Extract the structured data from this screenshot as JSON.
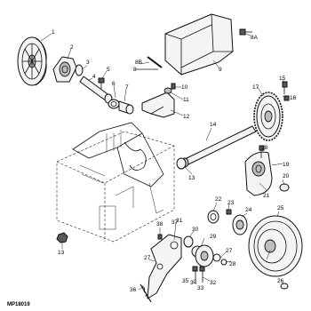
{
  "figure_ref": "MP18019",
  "callouts": {
    "c1": "1",
    "c2": "2",
    "c3": "3",
    "c4": "4",
    "c5": "5",
    "c6": "6",
    "c7": "7",
    "c8": "8",
    "c8a": "8A",
    "c8b": "8B",
    "c9": "9",
    "c10": "10",
    "c11": "11",
    "c12": "12",
    "c13a": "13",
    "c13b": "13",
    "c14": "14",
    "c15": "15",
    "c16": "16",
    "c17": "17",
    "c18": "18",
    "c19": "19",
    "c20": "20",
    "c21": "21",
    "c22": "22",
    "c23": "23",
    "c24": "24",
    "c25": "25",
    "c26": "26",
    "c27a": "27",
    "c27b": "27",
    "c28": "28",
    "c29": "29",
    "c30": "30",
    "c31": "31",
    "c32": "32",
    "c33": "33",
    "c34": "34",
    "c35": "35",
    "c36": "36",
    "c37": "37",
    "c38": "38"
  }
}
